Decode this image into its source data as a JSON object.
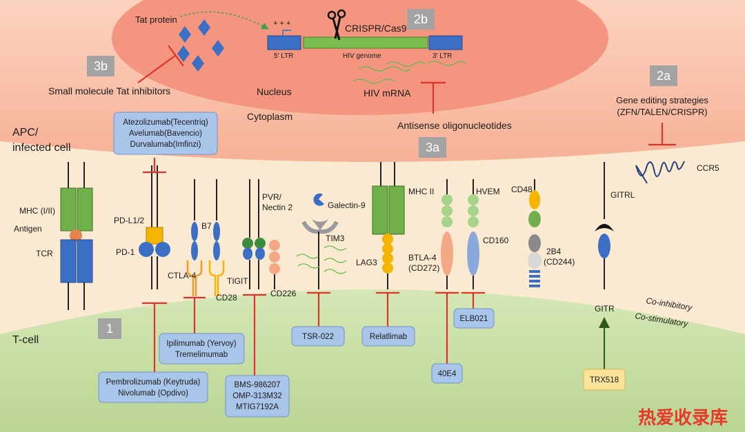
{
  "regions": {
    "apc": "APC/\ninfected cell",
    "tcell": "T-cell",
    "nucleus": "Nucleus",
    "cytoplasm": "Cytoplasm",
    "coinhibitory": "Co-inhibitory",
    "costimulatory": "Co-stimulatory"
  },
  "badges": {
    "b1": "1",
    "b2a": "2a",
    "b2b": "2b",
    "b3a": "3a",
    "b3b": "3b"
  },
  "nucleus_labels": {
    "tat_protein": "Tat protein",
    "crispr": "CRISPR/Cas9",
    "plus": "+ + +",
    "ltr5": "5' LTR",
    "hiv_genome": "HIV genome",
    "ltr3": "3' LTR",
    "hiv_mrna": "HIV mRNA",
    "small_molecule": "Small molecule Tat inhibitors",
    "antisense": "Antisense oligonucleotides",
    "gene_editing_1": "Gene editing strategies",
    "gene_editing_2": "(ZFN/TALEN/CRISPR)",
    "ccr5": "CCR5"
  },
  "apc_molecules": {
    "mhc": "MHC (I/II)",
    "antigen": "Antigen",
    "pdl1": "PD-L1/2",
    "b7": "B7",
    "pvr": "PVR/\nNectin 2",
    "galectin": "Galectin-9",
    "mhc2": "MHC II",
    "hvem": "HVEM",
    "cd48": "CD48",
    "gitrl": "GITRL"
  },
  "tcell_molecules": {
    "tcr": "TCR",
    "pd1": "PD-1",
    "ctla4": "CTLA-4",
    "cd28": "CD28",
    "tigit": "TIGIT",
    "cd226": "CD226",
    "tim3": "TIM3",
    "lag3": "LAG3",
    "btla4": "BTLA-4\n(CD272)",
    "cd160": "CD160",
    "b24": "2B4\n(CD244)",
    "gitr": "GITR"
  },
  "drugs": {
    "pdl1_drugs": [
      "Atezolizumab(Tecentriq)",
      "Avelumab(Bavencio)",
      "Durvalumab(Imfinzi)"
    ],
    "pd1_drugs": [
      "Pembrolizumab (Keytruda)",
      "Nivolumab (Opdivo)"
    ],
    "ctla4_drugs": [
      "Ipilimumab (Yervoy)",
      "Tremelimumab"
    ],
    "tigit_drugs": [
      "BMS-986207",
      "OMP-313M32",
      "MTIG7192A"
    ],
    "tim3_drugs": [
      "TSR-022"
    ],
    "lag3_drugs": [
      "Relatlimab"
    ],
    "btla_drugs": [
      "40E4"
    ],
    "cd160_drugs": [
      "ELB021"
    ],
    "gitr_drugs": [
      "TRX518"
    ]
  },
  "watermark": "热爱收录库",
  "colors": {
    "apc_bg": "#f7b8a2",
    "nucleus": "#f3957f",
    "tcell_bg": "#cfe1b0",
    "membrane_gap": "#fbead2",
    "inhibit": "#e0322d",
    "drug_box": "#a9c5ea",
    "trx_box": "#fbe39a",
    "blue_protein": "#3a6fc4",
    "green_protein": "#6fb04a",
    "orange_protein": "#f4a886",
    "yellow_protein": "#f5b400",
    "watermark": "#e8382a"
  }
}
